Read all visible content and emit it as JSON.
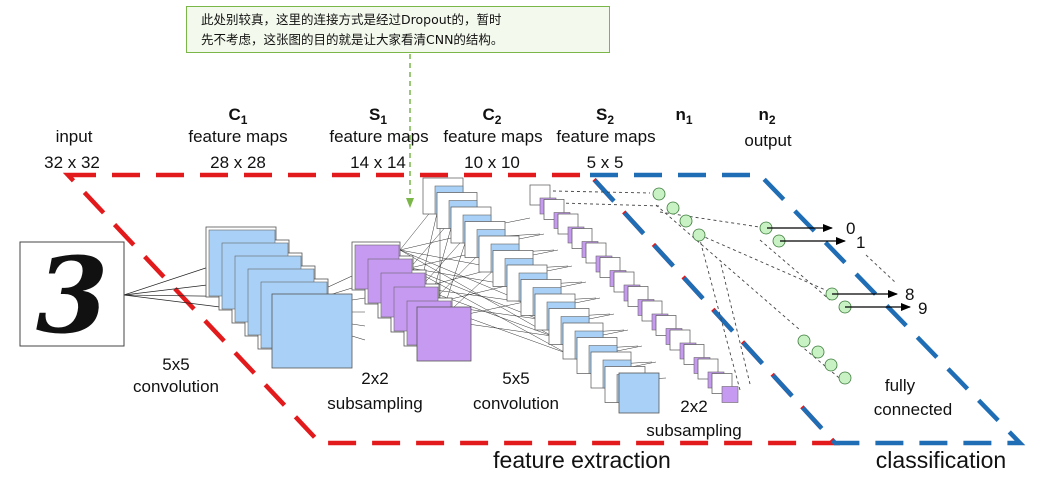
{
  "annotation": {
    "text": "此处别较真，这里的连接方式是经过Dropout的，暂时\n先不考虑，这张图的目的就是让大家看清CNN的结构。"
  },
  "layers": {
    "input": {
      "name": "input",
      "size": "32 x 32"
    },
    "c1": {
      "letter": "C",
      "sub": "1",
      "desc": "feature maps",
      "size": "28 x 28"
    },
    "s1": {
      "letter": "S",
      "sub": "1",
      "desc": "feature maps",
      "size": "14 x 14"
    },
    "c2": {
      "letter": "C",
      "sub": "2",
      "desc": "feature maps",
      "size": "10 x 10"
    },
    "s2": {
      "letter": "S",
      "sub": "2",
      "desc": "feature maps",
      "size": "5 x 5"
    },
    "n1": {
      "letter": "n",
      "sub": "1"
    },
    "n2": {
      "letter": "n",
      "sub": "2",
      "desc": "output"
    }
  },
  "operations": {
    "conv1": [
      "5x5",
      "convolution"
    ],
    "sub1": [
      "2x2",
      "subsampling"
    ],
    "conv2": [
      "5x5",
      "convolution"
    ],
    "sub2": [
      "2x2",
      "subsampling"
    ],
    "fc": [
      "fully",
      "connected"
    ]
  },
  "digit": "3",
  "outputs": [
    "0",
    "1",
    "8",
    "9"
  ],
  "regions": {
    "feature": "feature extraction",
    "classification": "classification"
  },
  "colors": {
    "feature_border": "#e31a1c",
    "class_border": "#1f6db5",
    "c_map": "#a9d1f7",
    "s_map": "#c79af2",
    "neuron": "#c9f2c4",
    "note_border": "#7ab648"
  }
}
